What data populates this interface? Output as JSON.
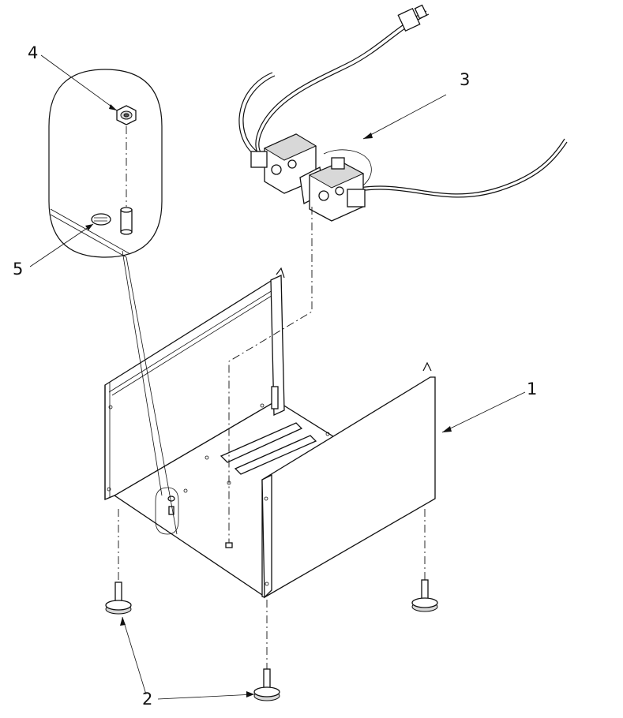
{
  "callouts": [
    {
      "id": "1",
      "label": "1",
      "part": "cabinet-base"
    },
    {
      "id": "2",
      "label": "2",
      "part": "leveling-foot"
    },
    {
      "id": "3",
      "label": "3",
      "part": "gas-valve-assembly"
    },
    {
      "id": "4",
      "label": "4",
      "part": "hex-nut"
    },
    {
      "id": "5",
      "label": "5",
      "part": "mounting-stud-grommet"
    }
  ],
  "colors": {
    "line": "#111111",
    "background": "#ffffff",
    "shade": "#d8d8d8"
  }
}
